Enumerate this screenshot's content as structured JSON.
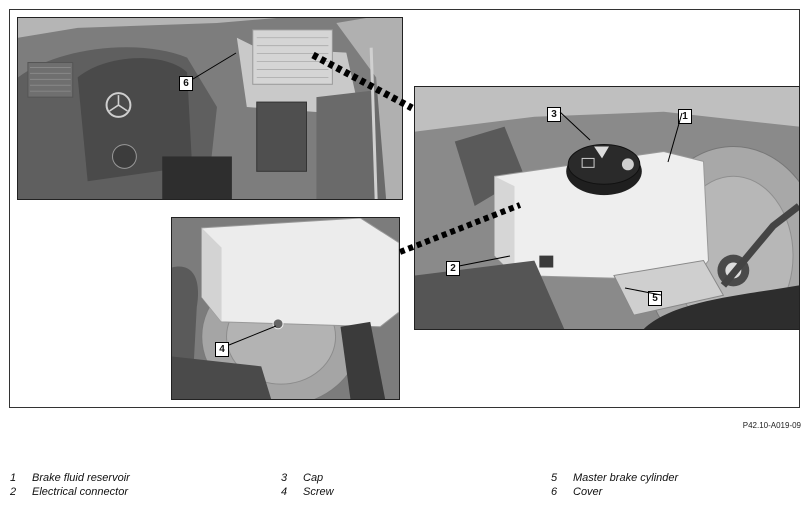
{
  "callouts": {
    "c1": "1",
    "c2": "2",
    "c3": "3",
    "c4": "4",
    "c5": "5",
    "c6": "6"
  },
  "reference_code": "P42.10-A019-09",
  "legend": [
    {
      "number": "1",
      "label": "Brake fluid reservoir"
    },
    {
      "number": "2",
      "label": "Electrical connector"
    },
    {
      "number": "3",
      "label": "Cap"
    },
    {
      "number": "4",
      "label": "Screw"
    },
    {
      "number": "5",
      "label": "Master brake cylinder"
    },
    {
      "number": "6",
      "label": "Cover"
    }
  ]
}
